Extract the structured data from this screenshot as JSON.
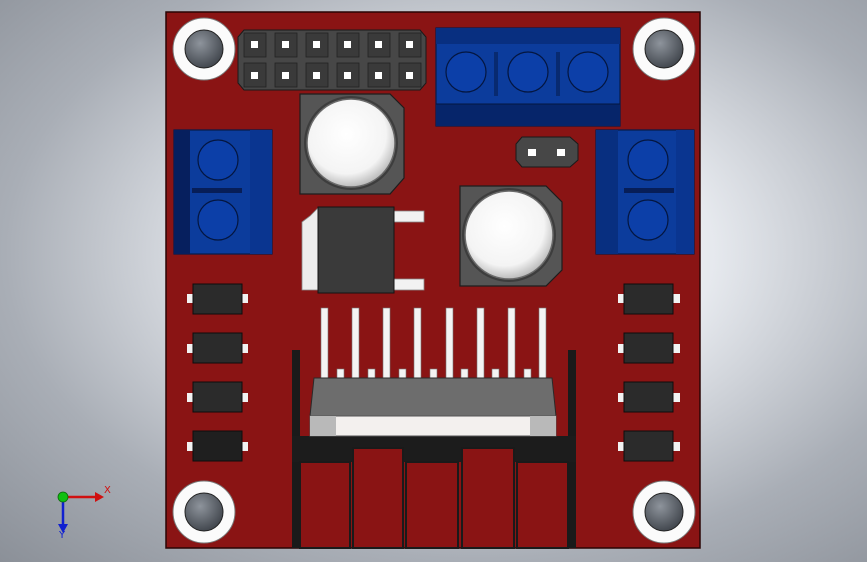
{
  "scene": {
    "type": "3d-cad-viewport",
    "board_color": "#8a1414",
    "terminal_color": "#0a3aa0",
    "chip_color": "#222222",
    "heatsink_color": "#8a1414"
  },
  "triad": {
    "x_label": "X",
    "y_label": "Y",
    "x_color": "#d01010",
    "y_color": "#1020d0",
    "origin_color": "#10c010"
  }
}
